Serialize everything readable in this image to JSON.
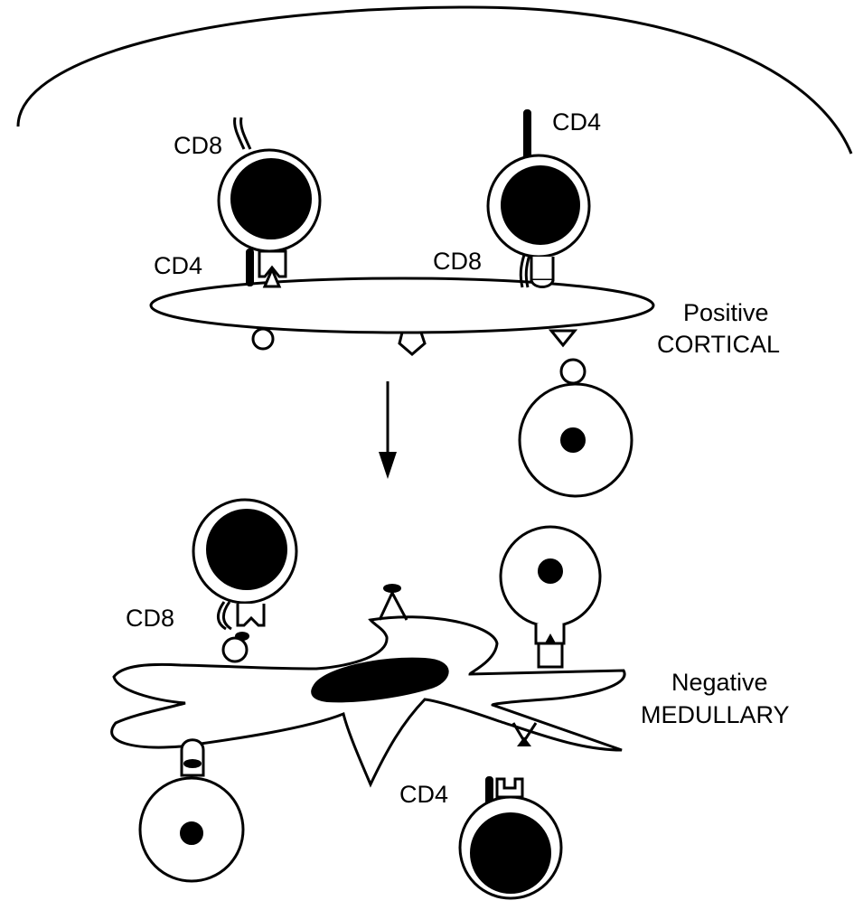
{
  "labels": {
    "cortical_cd8_left": "CD8",
    "cortical_cd4_right": "CD4",
    "cortical_cd4_left": "CD4",
    "cortical_cd8_right": "CD8",
    "positive": "Positive",
    "cortical": "CORTICAL",
    "medullary_cd8": "CD8",
    "negative": "Negative",
    "medullary": "MEDULLARY",
    "medullary_cd4": "CD4"
  },
  "colors": {
    "ink": "#000000",
    "background": "#ffffff"
  }
}
